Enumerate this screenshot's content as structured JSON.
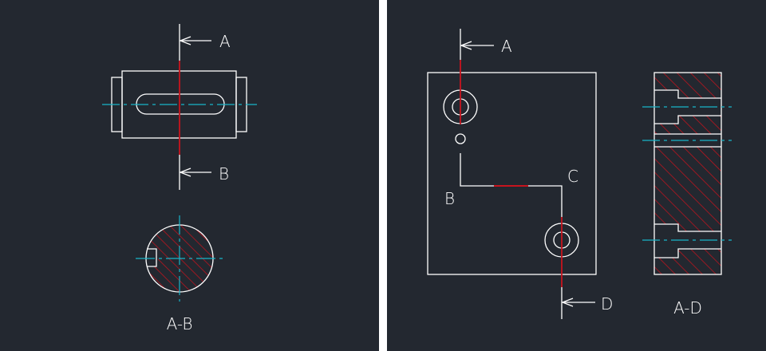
{
  "colors": {
    "background": "#232830",
    "outline": "#ffffff",
    "cut_line": "#c8141e",
    "center_line": "#19b4c8",
    "hatch": "#b9141e",
    "gap": "#ffffff"
  },
  "left_drawing": {
    "cut_start_label": "A",
    "cut_end_label": "B",
    "section_label": "A-B"
  },
  "right_drawing": {
    "cut_start_label": "A",
    "corner_b_label": "B",
    "corner_c_label": "C",
    "cut_end_label": "D",
    "section_label": "A-D"
  }
}
